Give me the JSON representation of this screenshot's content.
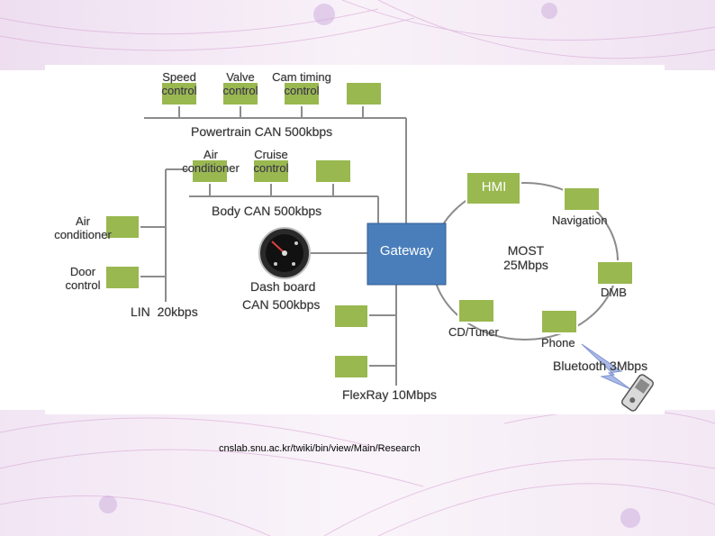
{
  "nodes": {
    "speed_control": "Speed\ncontrol",
    "valve_control": "Valve\ncontrol",
    "cam_timing_control": "Cam timing\ncontrol",
    "air_conditioner_body": "Air\nconditioner",
    "cruise_control": "Cruise\ncontrol",
    "air_conditioner_lin": "Air\nconditioner",
    "door_control": "Door\ncontrol",
    "dash_board": "Dash board",
    "gateway": "Gateway",
    "hmi": "HMI",
    "navigation": "Navigation",
    "dmb": "DMB",
    "phone": "Phone",
    "cd_tuner": "CD/Tuner"
  },
  "buses": {
    "powertrain": "Powertrain CAN 500kbps",
    "body": "Body CAN 500kbps",
    "lin": "LIN  20kbps",
    "dash_can": "CAN 500kbps",
    "most": "MOST\n25Mbps",
    "flexray": "FlexRay 10Mbps",
    "bluetooth": "Bluetooth 3Mbps"
  },
  "source": "cnslab.snu.ac.kr/twiki/bin/view/Main/Research",
  "colors": {
    "ecu_fill": "#99b84f",
    "ecu_border": "#ffffff",
    "gateway_fill": "#4a7ebb",
    "line": "#8c8c8c",
    "bolt": "#a9b9e8"
  }
}
